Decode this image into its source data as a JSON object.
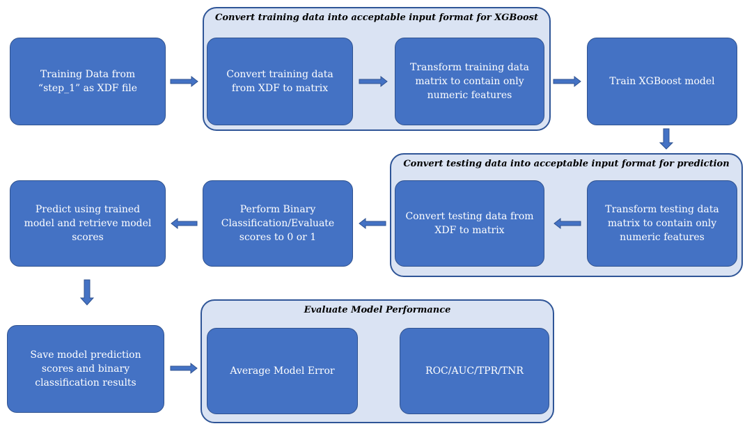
{
  "groups": {
    "train_convert": "Convert training data into acceptable input format for XGBoost",
    "test_convert": "Convert testing data into acceptable input format for prediction",
    "evaluate": "Evaluate Model Performance"
  },
  "boxes": {
    "training_data": "Training Data from “step_1” as XDF file",
    "convert_train": "Convert training data from XDF to matrix",
    "transform_train": "Transform training data matrix to contain only numeric features",
    "train_model": "Train XGBoost model",
    "transform_test": "Transform testing data matrix to contain only numeric features",
    "convert_test": "Convert testing data from XDF to matrix",
    "binary_class": "Perform Binary Classification/Evaluate scores to 0 or 1",
    "predict": "Predict using trained model and retrieve model scores",
    "save": "Save model prediction scores and binary classification results",
    "avg_error": "Average Model Error",
    "roc": "ROC/AUC/TPR/TNR"
  },
  "colors": {
    "box_fill": "#4472c4",
    "box_border": "#2f528f",
    "group_fill": "#dae3f3",
    "group_border": "#2f5597"
  }
}
